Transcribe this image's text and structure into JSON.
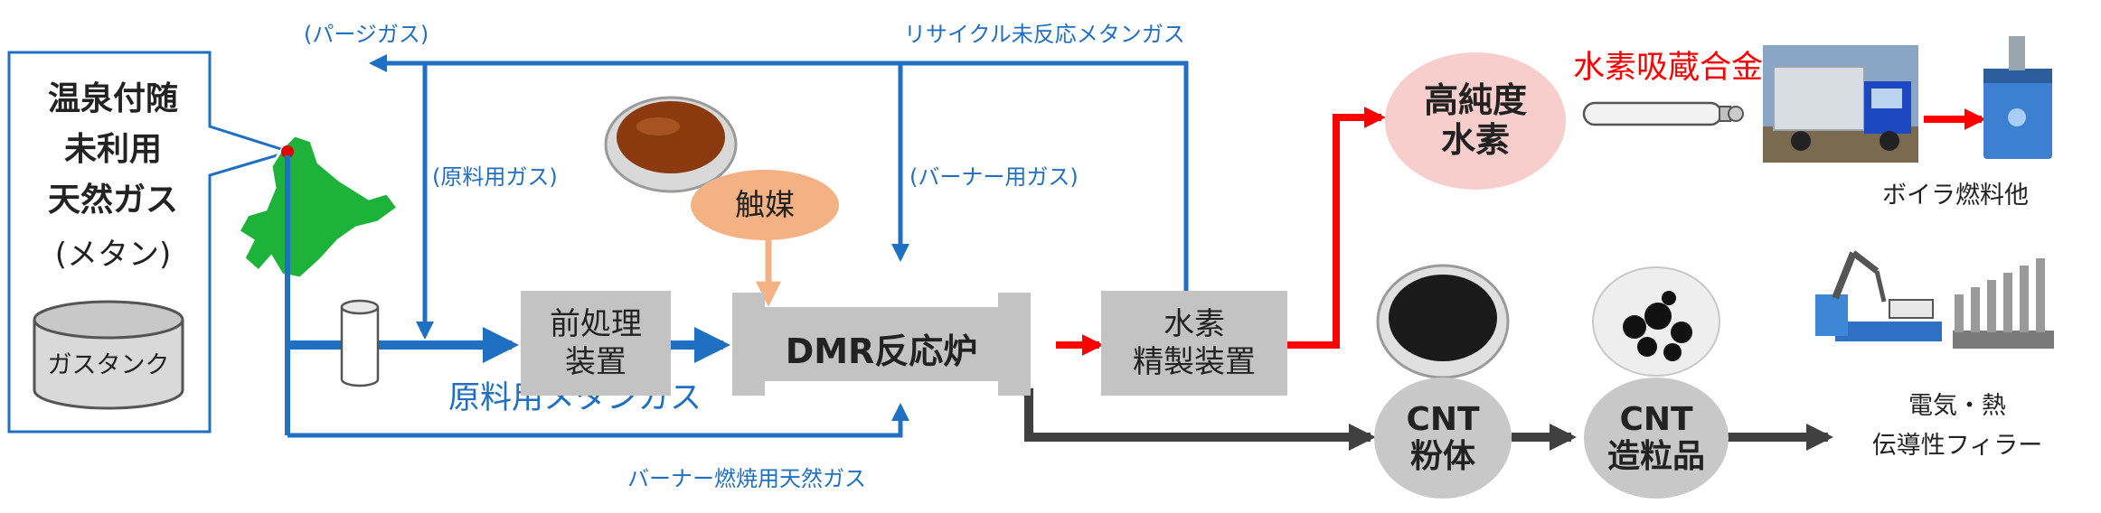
{
  "source": {
    "title_lines": [
      "温泉付随",
      "未利用",
      "天然ガス"
    ],
    "subtitle": "(メタン)",
    "tank_label": "ガスタンク"
  },
  "flow_labels": {
    "purge": "(パージガス)",
    "recycle": "リサイクル未反応メタンガス",
    "feed": "(原料用ガス)",
    "burner": "(バーナー用ガス)",
    "feed_methane": "原料用メタンガス",
    "burner_fuel": "バーナー燃焼用天然ガス"
  },
  "catalyst": {
    "label": "触媒"
  },
  "units": {
    "pretreat": [
      "前処理",
      "装置"
    ],
    "reactor": "DMR反応炉",
    "purifier": [
      "水素",
      "精製装置"
    ]
  },
  "products": {
    "hydrogen": [
      "高純度",
      "水素"
    ],
    "alloy": "水素吸蔵合金",
    "boiler": "ボイラ燃料他",
    "cnt_powder": [
      "CNT",
      "粉体"
    ],
    "cnt_granule": [
      "CNT",
      "造粒品"
    ],
    "filler": [
      "電気・熱",
      "伝導性フィラー"
    ]
  },
  "colors": {
    "blue": "#1f6fc2",
    "red": "#ff0000",
    "gray_arrow": "#404040",
    "catalyst_fill": "#f4b183",
    "hydrogen_fill": "#f8cecc",
    "hokkaido_fill": "#1db33a"
  }
}
